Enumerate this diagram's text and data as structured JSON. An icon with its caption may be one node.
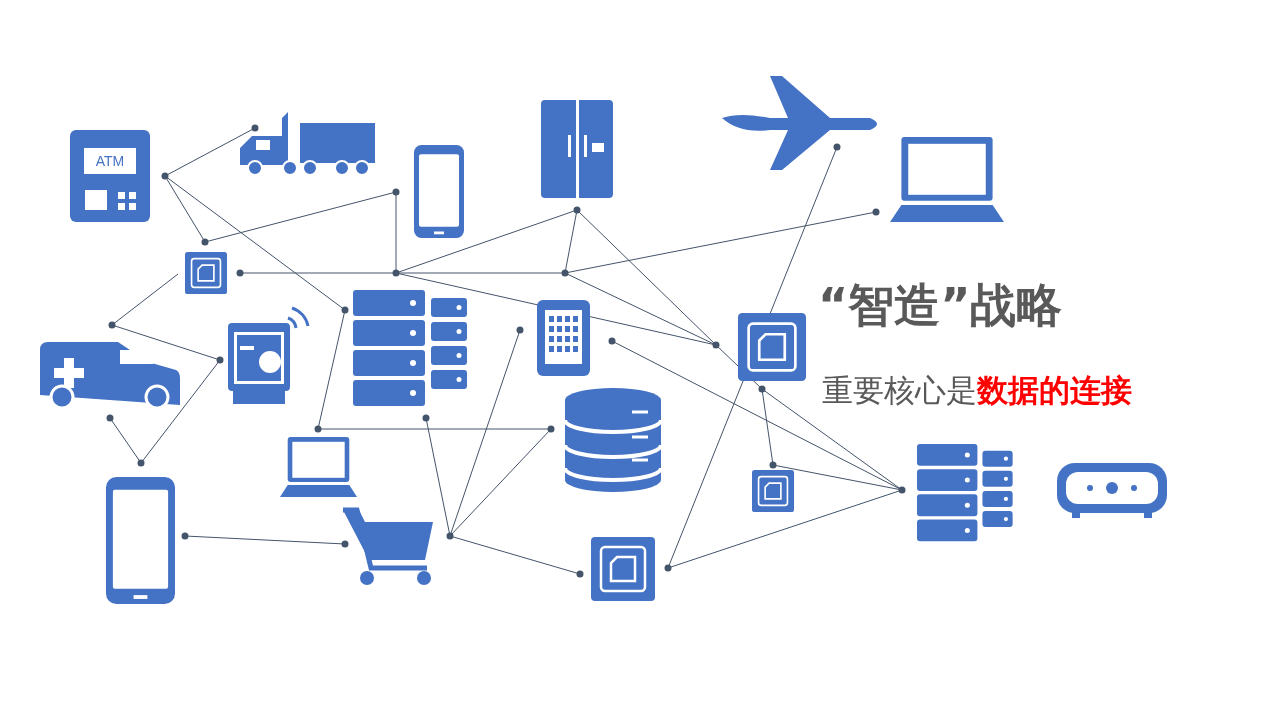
{
  "diagram": {
    "title": "“智造”战略",
    "labels": [
      "ATM",
      "重要核心是**数据的连接**"
    ]
  }
}
